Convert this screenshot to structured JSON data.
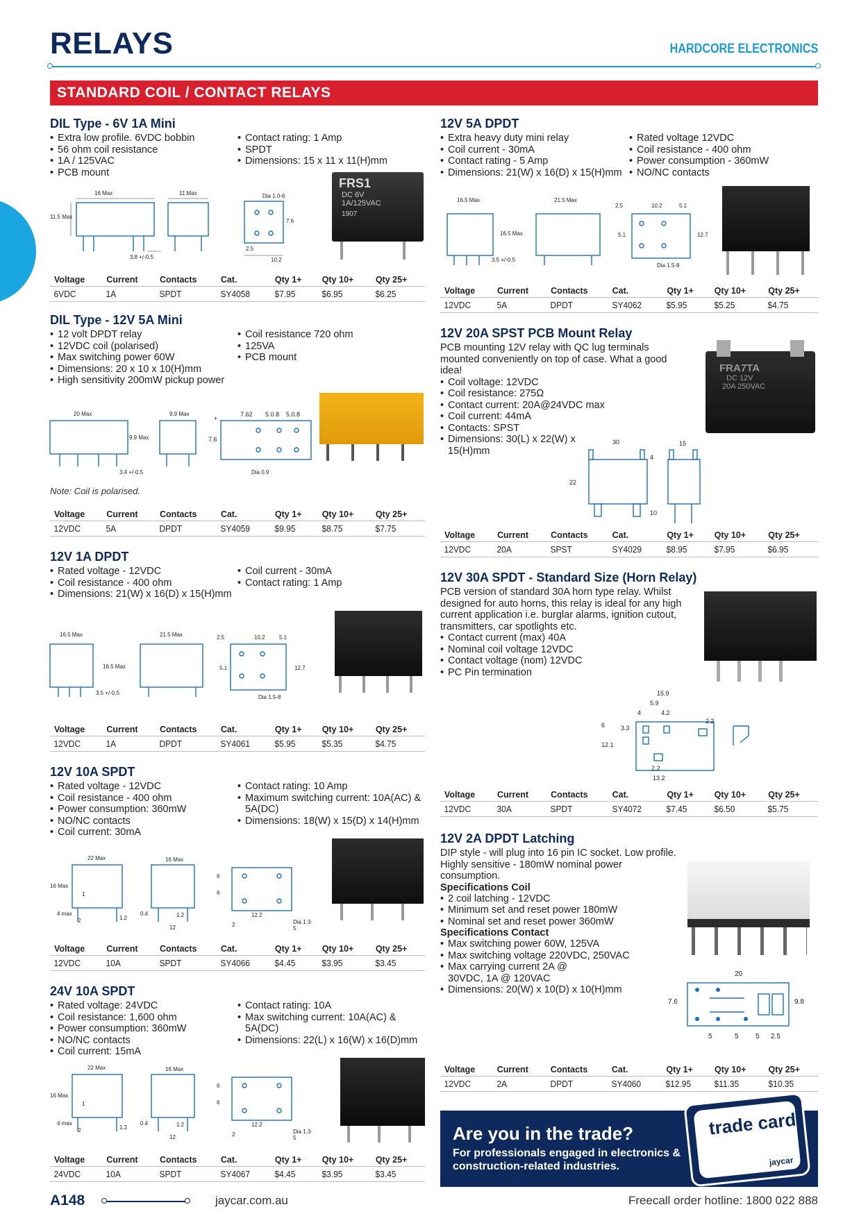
{
  "header": {
    "title": "RELAYS",
    "brand": "HARDCORE ELECTRONICS",
    "banner": "STANDARD COIL / CONTACT RELAYS"
  },
  "table_headers": [
    "Voltage",
    "Current",
    "Contacts",
    "Cat.",
    "Qty 1+",
    "Qty 10+",
    "Qty 25+"
  ],
  "s1": {
    "title": "DIL Type - 6V 1A Mini",
    "left": [
      "Extra low profile. 6VDC bobbin",
      "56 ohm coil resistance",
      "1A / 125VAC",
      "PCB mount"
    ],
    "right": [
      "Contact rating: 1 Amp",
      "SPDT",
      "Dimensions: 15 x 11 x 11(H)mm"
    ],
    "dims": [
      "16 Max",
      "11 Max",
      "11.5 Max",
      "3.8 +/-0.5",
      "Dia 1.0-6",
      "7.6",
      "2.5",
      "10.2"
    ],
    "img_text": [
      "FRS1",
      "DC 6V",
      "1A/125VAC",
      "1907"
    ],
    "row": [
      "6VDC",
      "1A",
      "SPDT",
      "SY4058",
      "$7.95",
      "$6.95",
      "$6.25"
    ]
  },
  "s2": {
    "title": "DIL Type - 12V 5A Mini",
    "left": [
      "12 volt DPDT relay",
      "12VDC coil (polarised)",
      "Max switching power 60W",
      "Dimensions: 20 x 10 x 10(H)mm",
      "High sensitivity 200mW pickup power"
    ],
    "right": [
      "Coil resistance 720 ohm",
      "125VA",
      "PCB mount"
    ],
    "note": "Note: Coil is polarised.",
    "dims": [
      "20 Max",
      "9.9 Max",
      "9.9 Max",
      "3.4 +/-0.5",
      "7.62",
      "5.0.8",
      "5.0.8",
      "7.6",
      "Dia 0.9",
      "+"
    ],
    "row": [
      "12VDC",
      "5A",
      "DPDT",
      "SY4059",
      "$9.95",
      "$8.75",
      "$7.75"
    ]
  },
  "s3": {
    "title": "12V 1A DPDT",
    "left": [
      "Rated voltage - 12VDC",
      "Coil resistance - 400 ohm",
      "Dimensions: 21(W) x 16(D) x 15(H)mm"
    ],
    "right": [
      "Coil current - 30mA",
      "Contact rating: 1 Amp"
    ],
    "dims": [
      "16.5 Max",
      "21.5 Max",
      "16.5 Max",
      "3.5 +/-0.5",
      "2.5",
      "10.2",
      "5.1",
      "5.1",
      "12.7",
      "Dia 1.5-8"
    ],
    "row": [
      "12VDC",
      "1A",
      "DPDT",
      "SY4061",
      "$5.95",
      "$5.35",
      "$4.75"
    ]
  },
  "s4": {
    "title": "12V 10A SPDT",
    "left": [
      "Rated voltage - 12VDC",
      "Coil resistance - 400 ohm",
      "Power consumption: 360mW",
      "NO/NC contacts",
      "Coil current: 30mA"
    ],
    "right": [
      "Contact rating: 10 Amp",
      "Maximum switching current: 10A(AC) & 5A(DC)",
      "Dimensions: 18(W) x 15(D) x 14(H)mm"
    ],
    "dims": [
      "22 Max",
      "16 Max",
      "16 Max",
      "4 max",
      "2",
      "1",
      "1.2",
      "0.4",
      "1.2",
      "12",
      "6",
      "6",
      "12.2",
      "2",
      "Dia 1.3-5"
    ],
    "row": [
      "12VDC",
      "10A",
      "SPDT",
      "SY4066",
      "$4.45",
      "$3.95",
      "$3.45"
    ]
  },
  "s5": {
    "title": "24V 10A SPDT",
    "left": [
      "Rated voltage: 24VDC",
      "Coil resistance: 1,600 ohm",
      "Power consumption: 360mW",
      "NO/NC contacts",
      "Coil current: 15mA"
    ],
    "right": [
      "Contact rating: 10A",
      "Max switching current: 10A(AC) & 5A(DC)",
      "Dimensions: 22(L) x 16(W) x 16(D)mm"
    ],
    "dims": [
      "22 Max",
      "16 Max",
      "16 Max",
      "4 max",
      "2",
      "1",
      "1.2",
      "0.4",
      "1.2",
      "12",
      "6",
      "6",
      "12.2",
      "2",
      "Dia 1.3-5"
    ],
    "row": [
      "24VDC",
      "10A",
      "SPDT",
      "SY4067",
      "$4.45",
      "$3.95",
      "$3.45"
    ]
  },
  "s6": {
    "title": "12V 5A DPDT",
    "left": [
      "Extra heavy duty mini relay",
      "Coil current - 30mA",
      "Contact rating - 5 Amp",
      "Dimensions: 21(W) x 16(D) x 15(H)mm"
    ],
    "right": [
      "Rated voltage 12VDC",
      "Coil resistance - 400 ohm",
      "Power consumption - 360mW",
      "NO/NC contacts"
    ],
    "dims": [
      "16.5 Max",
      "21.5 Max",
      "16.5 Max",
      "3.5 +/-0.5",
      "2.5",
      "10.2",
      "5.1",
      "5.1",
      "12.7",
      "Dia 1.5-8"
    ],
    "row": [
      "12VDC",
      "5A",
      "DPDT",
      "SY4062",
      "$5.95",
      "$5.25",
      "$4.75"
    ]
  },
  "s7": {
    "title": "12V 20A SPST PCB Mount Relay",
    "intro": "PCB mounting 12V relay with QC lug terminals mounted conveniently on top of case. What a good idea!",
    "bullets": [
      "Coil voltage: 12VDC",
      "Coil resistance: 275Ω",
      "Contact current: 20A@24VDC max",
      "Coil current: 44mA",
      "Contacts: SPST",
      "Dimensions: 30(L) x 22(W) x 15(H)mm"
    ],
    "img_text": [
      "FRA7TA",
      "DC 12V",
      "20A 250VAC"
    ],
    "dims": [
      "30",
      "4",
      "22",
      "15",
      "10"
    ],
    "row": [
      "12VDC",
      "20A",
      "SPST",
      "SY4029",
      "$8.95",
      "$7.95",
      "$6.95"
    ]
  },
  "s8": {
    "title": "12V 30A SPDT - Standard Size (Horn Relay)",
    "intro": "PCB version of standard 30A horn type relay. Whilst designed for auto horns, this relay is ideal for any high current application i.e. burglar alarms, ignition cutout, transmitters, car spotlights etc.",
    "bullets": [
      "Contact current (max) 40A",
      "Nominal coil voltage 12VDC",
      "Contact voltage (nom) 12VDC",
      "PC Pin termination"
    ],
    "dims": [
      "15.9",
      "5.9",
      "4",
      "4.2",
      "6",
      "3.3",
      "2.2",
      "12.1",
      "2.2",
      "13.2"
    ],
    "row": [
      "12VDC",
      "30A",
      "SPDT",
      "SY4072",
      "$7.45",
      "$6.50",
      "$5.75"
    ]
  },
  "s9": {
    "title": "12V 2A DPDT Latching",
    "intro": "DIP style - will plug into 16 pin IC socket. Low profile. Highly sensitive - 180mW nominal power consumption.",
    "coil_head": "Specifications Coil",
    "coil": [
      "2 coil latching - 12VDC",
      "Minimum set and reset power 180mW",
      "Nominal set and reset power 360mW"
    ],
    "contact_head": "Specifications Contact",
    "contact": [
      "Max switching power 60W, 125VA",
      "Max switching voltage 220VDC, 250VAC",
      "Max carrying current 2A @ 30VDC, 1A @ 120VAC",
      "Dimensions: 20(W) x 10(D) x 10(H)mm"
    ],
    "dims": [
      "20",
      "7.6",
      "9.8",
      "5",
      "5",
      "5",
      "2.5"
    ],
    "row": [
      "12VDC",
      "2A",
      "DPDT",
      "SY4060",
      "$12.95",
      "$11.35",
      "$10.35"
    ]
  },
  "trade": {
    "headline": "Are you in the trade?",
    "sub": "For professionals engaged in electronics & construction-related industries.",
    "card": "trade card",
    "logo": "jaycar"
  },
  "footer": {
    "page": "A148",
    "url": "jaycar.com.au",
    "hotline": "Freecall order hotline: 1800 022 888"
  },
  "colors": {
    "navy": "#0e2a5c",
    "blue": "#1a9bd7",
    "red": "#d71f2e"
  }
}
